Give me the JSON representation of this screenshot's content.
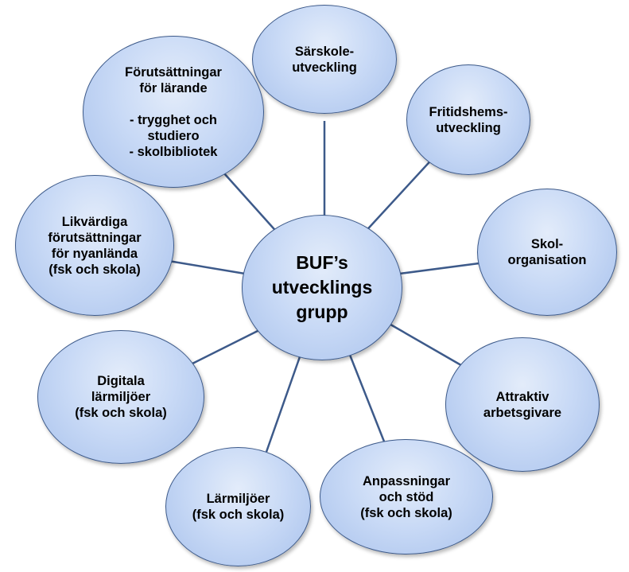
{
  "center": {
    "label": "BUF’s\nutvecklings\ngrupp"
  },
  "nodes": [
    {
      "id": "sarskole",
      "label": "Särskole-\nutveckling"
    },
    {
      "id": "fritidshem",
      "label": "Fritidshems-\nutveckling"
    },
    {
      "id": "skolorganisation",
      "label": "Skol-\norganisation"
    },
    {
      "id": "attraktiv",
      "label": "Attraktiv\narbetsgivare"
    },
    {
      "id": "anpassningar",
      "label": "Anpassningar\noch stöd\n(fsk och skola)"
    },
    {
      "id": "larmiljoer",
      "label": "Lärmiljöer\n(fsk och skola)"
    },
    {
      "id": "digitala",
      "label": "Digitala\nlärmiljöer\n(fsk och skola)"
    },
    {
      "id": "likvardiga",
      "label": "Likvärdiga\nförutsättningar\nför nyanlända\n(fsk och skola)"
    },
    {
      "id": "forutsattningar",
      "label": "Förutsättningar\nför lärande\n\n- trygghet och\nstudiero\n- skolbibliotek"
    }
  ]
}
